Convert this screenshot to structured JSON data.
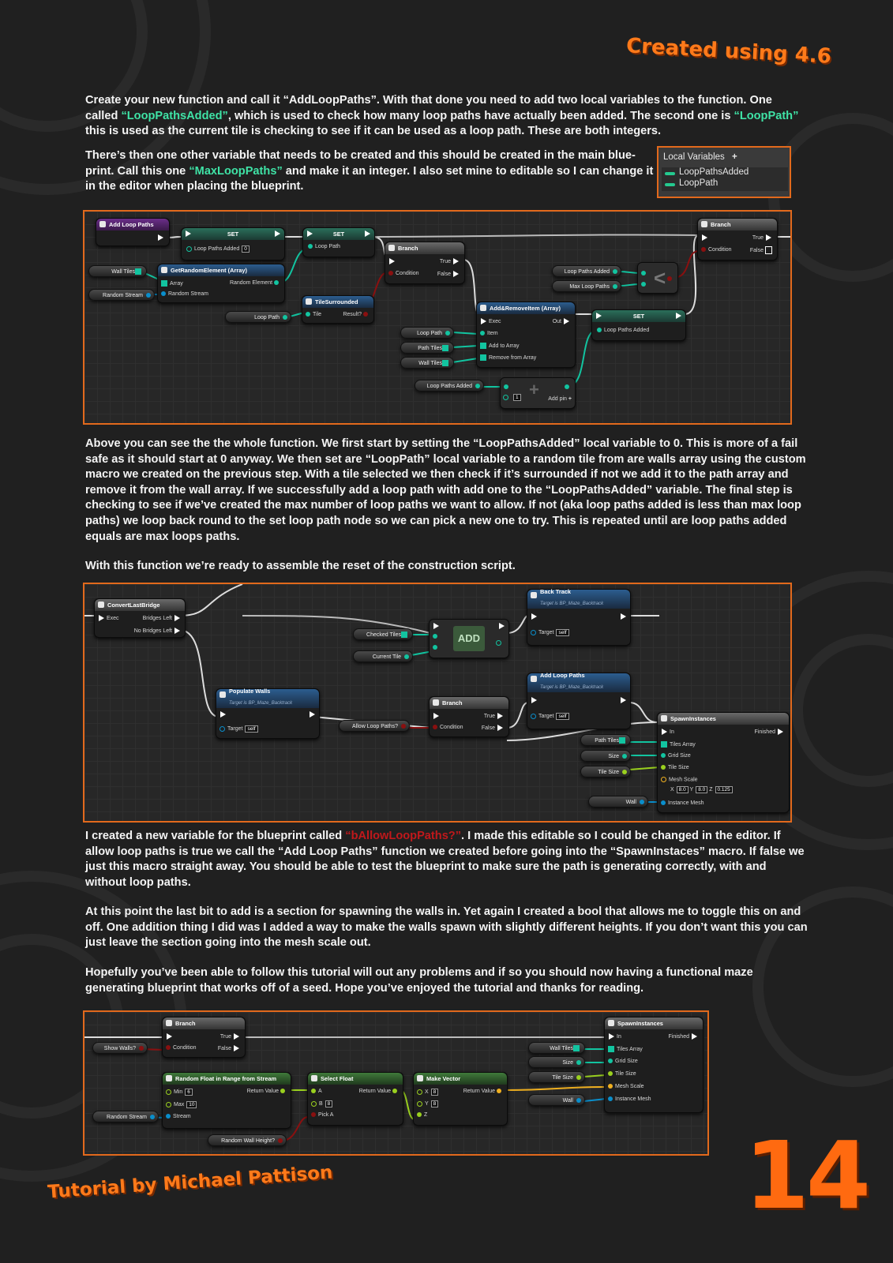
{
  "header": {
    "badge": "Created using 4.6"
  },
  "intro": {
    "p1_a": "Create your new function and call it “AddLoopPaths”. With that done you need to add two local variables to the function. One called ",
    "p1_hl1": "“LoopPathsAdded”",
    "p1_b": ", which is used to check how many loop paths have actually been added. The second one is ",
    "p1_hl2": "“LoopPath”",
    "p1_c": " this is used as the current tile is checking to see if it can be used as a loop path. These are both integers.",
    "p2_a": "There’s then one other variable that needs to be created and this should be created in the main blue-print. Call this one ",
    "p2_hl": "“MaxLoopPaths”",
    "p2_b": " and make it an integer. I also set mine to editable so I can change it in the editor when placing the blueprint."
  },
  "local_variables": {
    "title": "Local Variables",
    "add_icon": "+",
    "items": [
      "LoopPathsAdded",
      "LoopPath"
    ]
  },
  "graph1": {
    "entry": "Add Loop Paths",
    "set1": {
      "title": "SET",
      "pin": "Loop Paths Added",
      "value": "0"
    },
    "set2": {
      "title": "SET",
      "pin": "Loop Path"
    },
    "get_random": {
      "title": "GetRandomElement (Array)",
      "array": "Array",
      "stream": "Random Stream",
      "out": "Random Element"
    },
    "wall_tiles": "Wall Tiles",
    "random_stream": "Random Stream",
    "tile_surrounded": {
      "title": "TileSurrounded",
      "tile": "Tile",
      "result": "Result?"
    },
    "loop_path_var": "Loop Path",
    "branch1": {
      "title": "Branch",
      "true": "True",
      "false": "False",
      "cond": "Condition"
    },
    "branch2": {
      "title": "Branch",
      "true": "True",
      "false": "False",
      "cond": "Condition"
    },
    "compare": {
      "a": "Loop Paths Added",
      "b": "Max Loop Paths",
      "op": "<"
    },
    "add_remove": {
      "title": "Add&RemoveItem (Array)",
      "exec": "Exec",
      "out": "Out",
      "item": "Item",
      "add_to": "Add to Array",
      "remove_from": "Remove from Array"
    },
    "vars": {
      "loop_path": "Loop Path",
      "path_tiles": "Path Tiles",
      "wall_tiles": "Wall Tiles",
      "loop_paths_added": "Loop Paths Added"
    },
    "set3": {
      "title": "SET",
      "pin": "Loop Paths Added"
    },
    "add_node": {
      "value": "1",
      "add_pin": "Add pin",
      "plus": "+"
    }
  },
  "middle": {
    "p3": "Above you can see the the whole function. We first start by setting the “LoopPathsAdded” local variable to 0. This is more of a fail safe as it should start at 0 anyway. We then set are “LoopPath” local variable to a random tile from are walls array using the custom macro we created on the previous step. With a tile selected we then check if it’s surrounded if not we add it to the path array and remove it from the wall array. If we successfully add a loop path with add one to the “LoopPathsAdded” variable. The final step is checking to see if we’ve created the max number of loop paths we want to allow. If not (aka loop paths added is less than max loop paths) we loop back round to the set loop path node so we can pick a new one to try. This is repeated until are loop paths added equals are max loops paths.",
    "p4": "With this function we’re ready to assemble the reset of the construction script."
  },
  "graph2": {
    "convert": {
      "title": "ConvertLastBridge",
      "exec": "Exec",
      "bridges_left": "Bridges Left",
      "no_bridges_left": "No Bridges Left"
    },
    "back_track": {
      "title": "Back Track",
      "sub": "Target is BP_Maze_Backtrack",
      "target": "Target",
      "self": "self"
    },
    "checked_tiles": "Checked Tiles",
    "current_tile": "Current Tile",
    "add_label": "ADD",
    "add_loop_paths": {
      "title": "Add Loop Paths",
      "sub": "Target is BP_Maze_Backtrack",
      "target": "Target",
      "self": "self"
    },
    "populate_walls": {
      "title": "Populate Walls",
      "sub": "Target is BP_Maze_Backtrack",
      "target": "Target",
      "self": "self"
    },
    "branch": {
      "title": "Branch",
      "true": "True",
      "false": "False",
      "cond": "Condition"
    },
    "allow_loop": "Allow Loop Paths?",
    "spawn": {
      "title": "SpawnInstances",
      "in": "In",
      "finished": "Finished",
      "tiles_array": "Tiles Array",
      "grid_size": "Grid Size",
      "tile_size": "Tile Size",
      "mesh_scale": "Mesh Scale",
      "x": "X",
      "xv": "8.0",
      "y": "Y",
      "yv": "8.0",
      "z": "Z",
      "zv": "0.125",
      "instance_mesh": "Instance Mesh"
    },
    "vars": {
      "path_tiles": "Path Tiles",
      "size": "Size",
      "tile_size": "Tile Size",
      "wall": "Wall"
    }
  },
  "lower": {
    "p5_a": "I created a new variable for the blueprint called ",
    "p5_hl": "“bAllowLoopPaths?”",
    "p5_b": ". I made this editable so I could be changed in the editor. If allow loop paths is true we call the “Add Loop Paths” function we created before going into the “SpawnInstaces” macro. If false we just this macro straight away. You should be able to test the blueprint to make sure the path is generating correctly, with and without loop paths.",
    "p6": "At this point the last bit to add is a section for spawning the walls in. Yet again I created a bool that allows me to toggle this on and off. One addition thing I did was I added a way to make the walls spawn with slightly different heights. If you don’t want this you can just leave the section going into the mesh scale out.",
    "p7": "Hopefully you’ve been able to follow this tutorial will out any problems and if so you should now having a functional maze generating blueprint that works off of a seed. Hope you’ve enjoyed the tutorial and thanks for reading."
  },
  "graph3": {
    "branch": {
      "title": "Branch",
      "true": "True",
      "false": "False",
      "cond": "Condition"
    },
    "show_walls": "Show Walls?",
    "random_float": {
      "title": "Random Float in Range from Stream",
      "min": "Min",
      "min_v": "6",
      "max": "Max",
      "max_v": "10",
      "stream": "Stream",
      "ret": "Return Value"
    },
    "select_float": {
      "title": "Select Float",
      "a": "A",
      "b": "B",
      "b_v": "8",
      "pick": "Pick A",
      "ret": "Return Value"
    },
    "make_vector": {
      "title": "Make Vector",
      "x": "X",
      "x_v": "8",
      "y": "Y",
      "y_v": "8",
      "z": "Z",
      "ret": "Return Value"
    },
    "random_stream": "Random Stream",
    "random_wall_height": "Random Wall Height?",
    "spawn": {
      "title": "SpawnInstances",
      "in": "In",
      "finished": "Finished",
      "tiles_array": "Tiles Array",
      "grid_size": "Grid Size",
      "tile_size": "Tile Size",
      "mesh_scale": "Mesh Scale",
      "instance_mesh": "Instance Mesh"
    },
    "vars": {
      "wall_tiles": "Wall Tiles",
      "size": "Size",
      "tile_size": "Tile Size",
      "wall": "Wall"
    }
  },
  "footer": {
    "credit": "Tutorial by Michael Pattison",
    "page": "14"
  },
  "colors": {
    "accent": "#e2691c",
    "highlight": "#3fe3a6",
    "red": "#c0181b",
    "background": "#202020"
  }
}
